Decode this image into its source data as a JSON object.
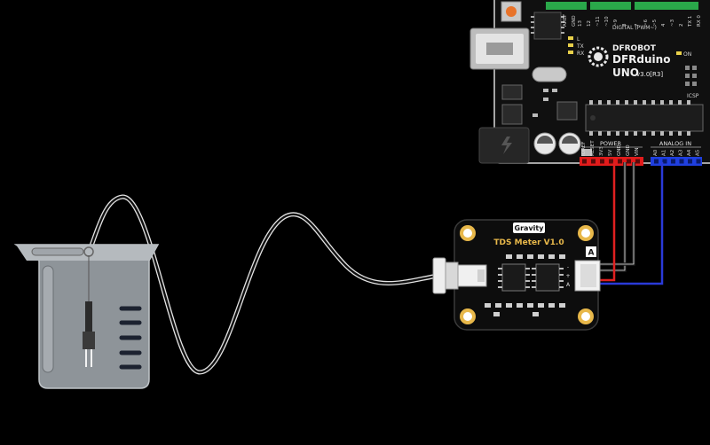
{
  "board": {
    "brand": "DFROBOT",
    "name": "DFRduino",
    "model": "UNO",
    "version": "v3.0[R3]",
    "digital_label": "DIGITAL (PWM~)",
    "power_label": "POWER",
    "analog_label": "ANALOG IN",
    "on_label": "ON",
    "icsp_label": "ICSP",
    "aref_label": "AREF",
    "gnd_label": "GND",
    "l_label": "L",
    "tx_label": "TX",
    "rx_label": "RX",
    "digital_pins": [
      "13",
      "12",
      "~11",
      "~10",
      "~9",
      "8",
      "7",
      "~6",
      "~5",
      "4",
      "~3",
      "2",
      "TX 1",
      "RX 0"
    ],
    "power_pins": [
      "IOREF",
      "RESET",
      "3V3",
      "5V",
      "GND",
      "GND",
      "VIN"
    ],
    "analog_pins": [
      "A0",
      "A1",
      "A2",
      "A3",
      "A4",
      "A5"
    ]
  },
  "sensor": {
    "brand": "Gravity",
    "title": "TDS Meter V1.0",
    "connector_mark": "A",
    "pin_labels": [
      "-",
      "+",
      "A"
    ]
  },
  "colors": {
    "background": "#000000",
    "pcb": "#101010",
    "vcc_wire": "#e02020",
    "signal_wire": "#2a3ad8",
    "gnd_wire": "#1a1a1a",
    "header_red": "#e21b1b",
    "header_blue": "#1f3fe0",
    "header_green": "#2aa84a",
    "gold": "#e8b84a",
    "beaker": "#9aa0a6"
  }
}
